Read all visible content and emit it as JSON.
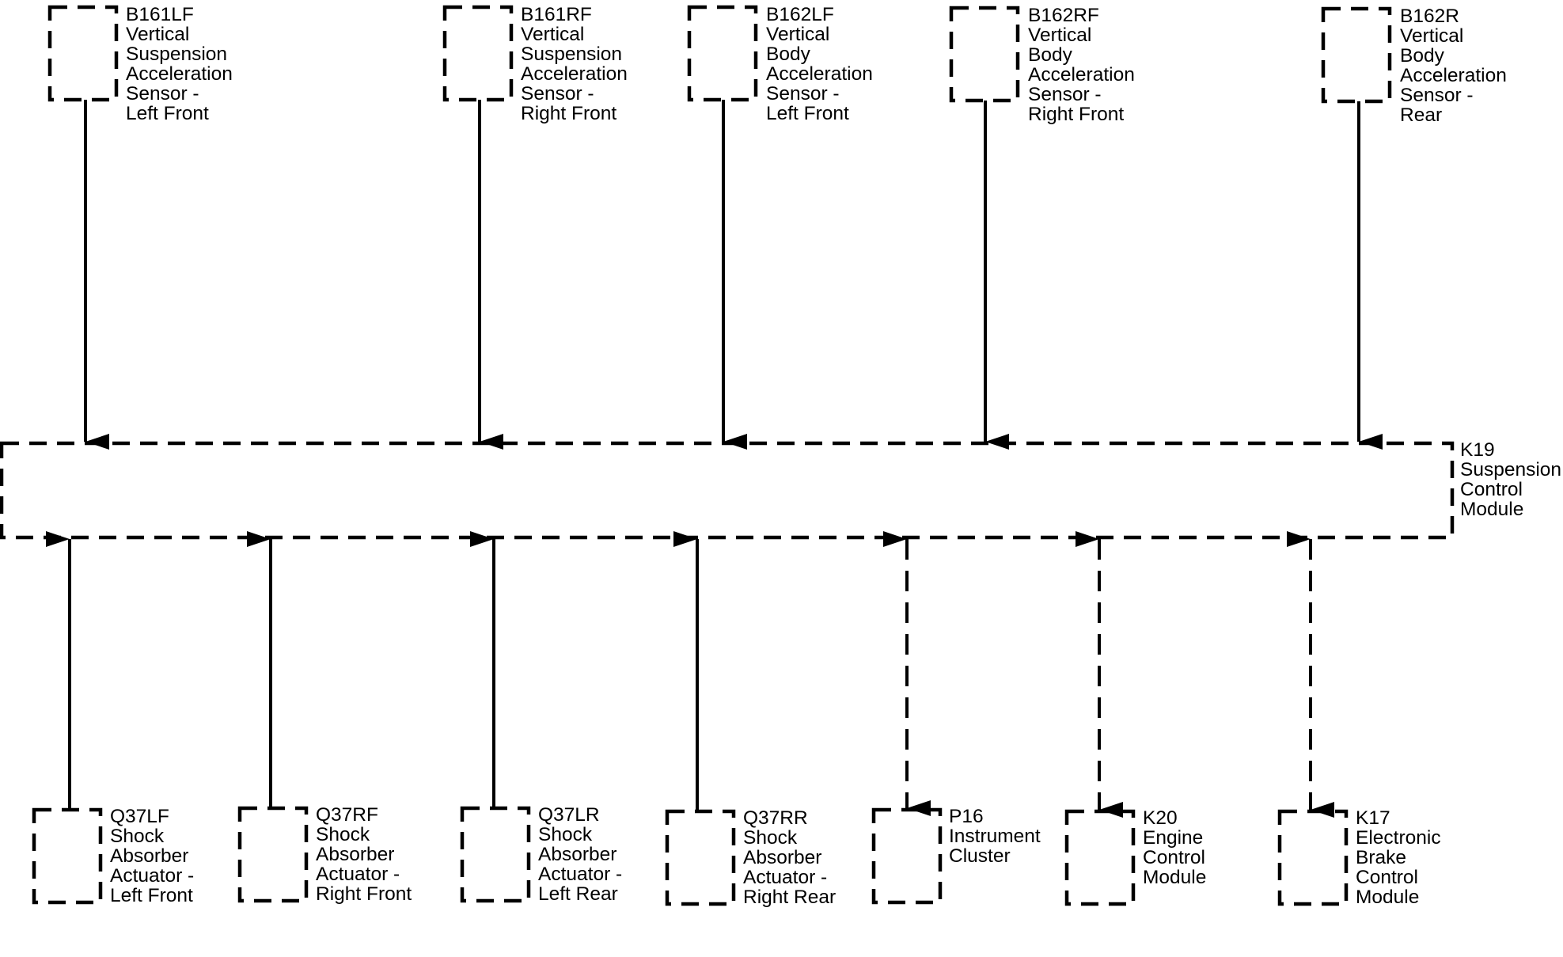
{
  "colors": {
    "line": "#000000",
    "background": "#ffffff"
  },
  "module": {
    "id": "K19",
    "lines": [
      "K19",
      "Suspension",
      "Control",
      "Module"
    ]
  },
  "top_components": [
    {
      "id": "B161LF",
      "lines": [
        "B161LF",
        "Vertical",
        "Suspension",
        "Acceleration",
        "Sensor -",
        "Left Front"
      ],
      "connection": "input"
    },
    {
      "id": "B161RF",
      "lines": [
        "B161RF",
        "Vertical",
        "Suspension",
        "Acceleration",
        "Sensor -",
        "Right Front"
      ],
      "connection": "input"
    },
    {
      "id": "B162LF",
      "lines": [
        "B162LF",
        "Vertical",
        "Body",
        "Acceleration",
        "Sensor -",
        "Left Front"
      ],
      "connection": "input"
    },
    {
      "id": "B162RF",
      "lines": [
        "B162RF",
        "Vertical",
        "Body",
        "Acceleration",
        "Sensor -",
        "Right Front"
      ],
      "connection": "input"
    },
    {
      "id": "B162R",
      "lines": [
        "B162R",
        "Vertical",
        "Body",
        "Acceleration",
        "Sensor -",
        "Rear"
      ],
      "connection": "input"
    }
  ],
  "bottom_components": [
    {
      "id": "Q37LF",
      "lines": [
        "Q37LF",
        "Shock",
        "Absorber",
        "Actuator -",
        "Left Front"
      ],
      "connection": "output"
    },
    {
      "id": "Q37RF",
      "lines": [
        "Q37RF",
        "Shock",
        "Absorber",
        "Actuator -",
        "Right Front"
      ],
      "connection": "output"
    },
    {
      "id": "Q37LR",
      "lines": [
        "Q37LR",
        "Shock",
        "Absorber",
        "Actuator -",
        "Left Rear"
      ],
      "connection": "output"
    },
    {
      "id": "Q37RR",
      "lines": [
        "Q37RR",
        "Shock",
        "Absorber",
        "Actuator -",
        "Right Rear"
      ],
      "connection": "output"
    },
    {
      "id": "P16",
      "lines": [
        "P16",
        "Instrument",
        "Cluster"
      ],
      "connection": "bidirectional-serial"
    },
    {
      "id": "K20",
      "lines": [
        "K20",
        "Engine",
        "Control",
        "Module"
      ],
      "connection": "bidirectional-serial"
    },
    {
      "id": "K17",
      "lines": [
        "K17",
        "Electronic",
        "Brake",
        "Control",
        "Module"
      ],
      "connection": "bidirectional-serial"
    }
  ]
}
